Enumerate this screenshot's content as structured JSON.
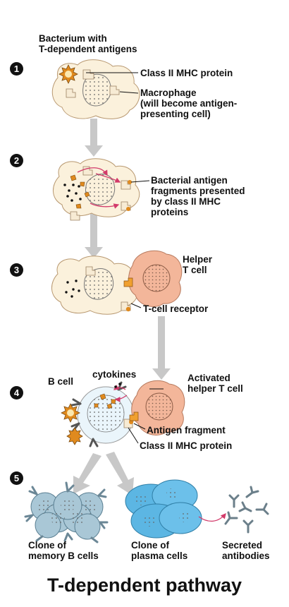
{
  "steps": [
    "1",
    "2",
    "3",
    "4",
    "5"
  ],
  "labels": {
    "bacterium": "Bacterium with\nT-dependent antigens",
    "mhc1": "Class II MHC protein",
    "macrophage": "Macrophage\n(will become antigen-\npresenting cell)",
    "fragments": "Bacterial antigen\nfragments presented\nby class II MHC\nproteins",
    "helper": "Helper\nT cell",
    "tcr": "T-cell receptor",
    "bcell": "B cell",
    "cytokines": "cytokines",
    "activated": "Activated\nhelper T cell",
    "antigen_fragment": "Antigen fragment",
    "mhc2": "Class II MHC protein",
    "memory": "Clone of\nmemory B cells",
    "plasma": "Clone of\nplasma cells",
    "antibodies": "Secreted\nantibodies"
  },
  "title": "T-dependent pathway",
  "colors": {
    "macrophage": "#fbf1dc",
    "tcell": "#f3b69a",
    "bcell": "#eaf5fb",
    "memory": "#a9c7d6",
    "plasma": "#5cb6e3",
    "antigen": "#e08a1e",
    "arrow": "#c8c8c8",
    "pink": "#d23a6a"
  }
}
